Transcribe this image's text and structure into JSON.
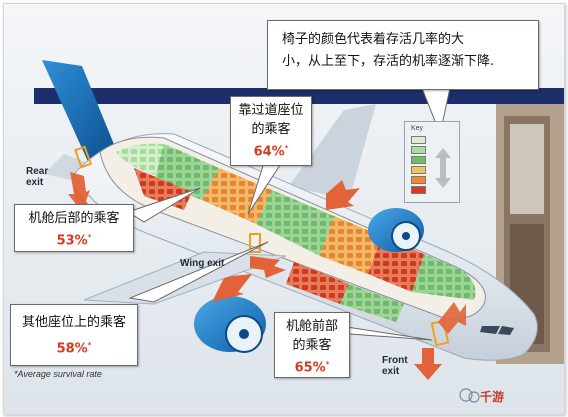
{
  "note": {
    "line1": "椅子的颜色代表着存活几率的大",
    "line2": "小，从上至下，存活的机率逐渐下降."
  },
  "callouts": {
    "aisle": {
      "line1": "靠过道座位",
      "line2": "的乘客",
      "pct": "64%",
      "mark": "*"
    },
    "rear": {
      "line1": "机舱后部的乘客",
      "pct": "53%",
      "mark": "*"
    },
    "other": {
      "line1": "其他座位上的乘客",
      "pct": "58%",
      "mark": "*"
    },
    "front": {
      "line1": "机舱前部",
      "line2": "的乘客",
      "pct": "65%",
      "mark": "*"
    }
  },
  "labels": {
    "rear_exit_1": "Rear",
    "rear_exit_2": "exit",
    "wing_exit": "Wing exit",
    "front_exit_1": "Front",
    "front_exit_2": "exit",
    "key": "Key",
    "footer": "*Average survival rate"
  },
  "key_colors": [
    "#d9efcf",
    "#a9dca0",
    "#6dbf6a",
    "#f3c35a",
    "#ef8a2e",
    "#d63a1f"
  ],
  "watermark": "千游"
}
